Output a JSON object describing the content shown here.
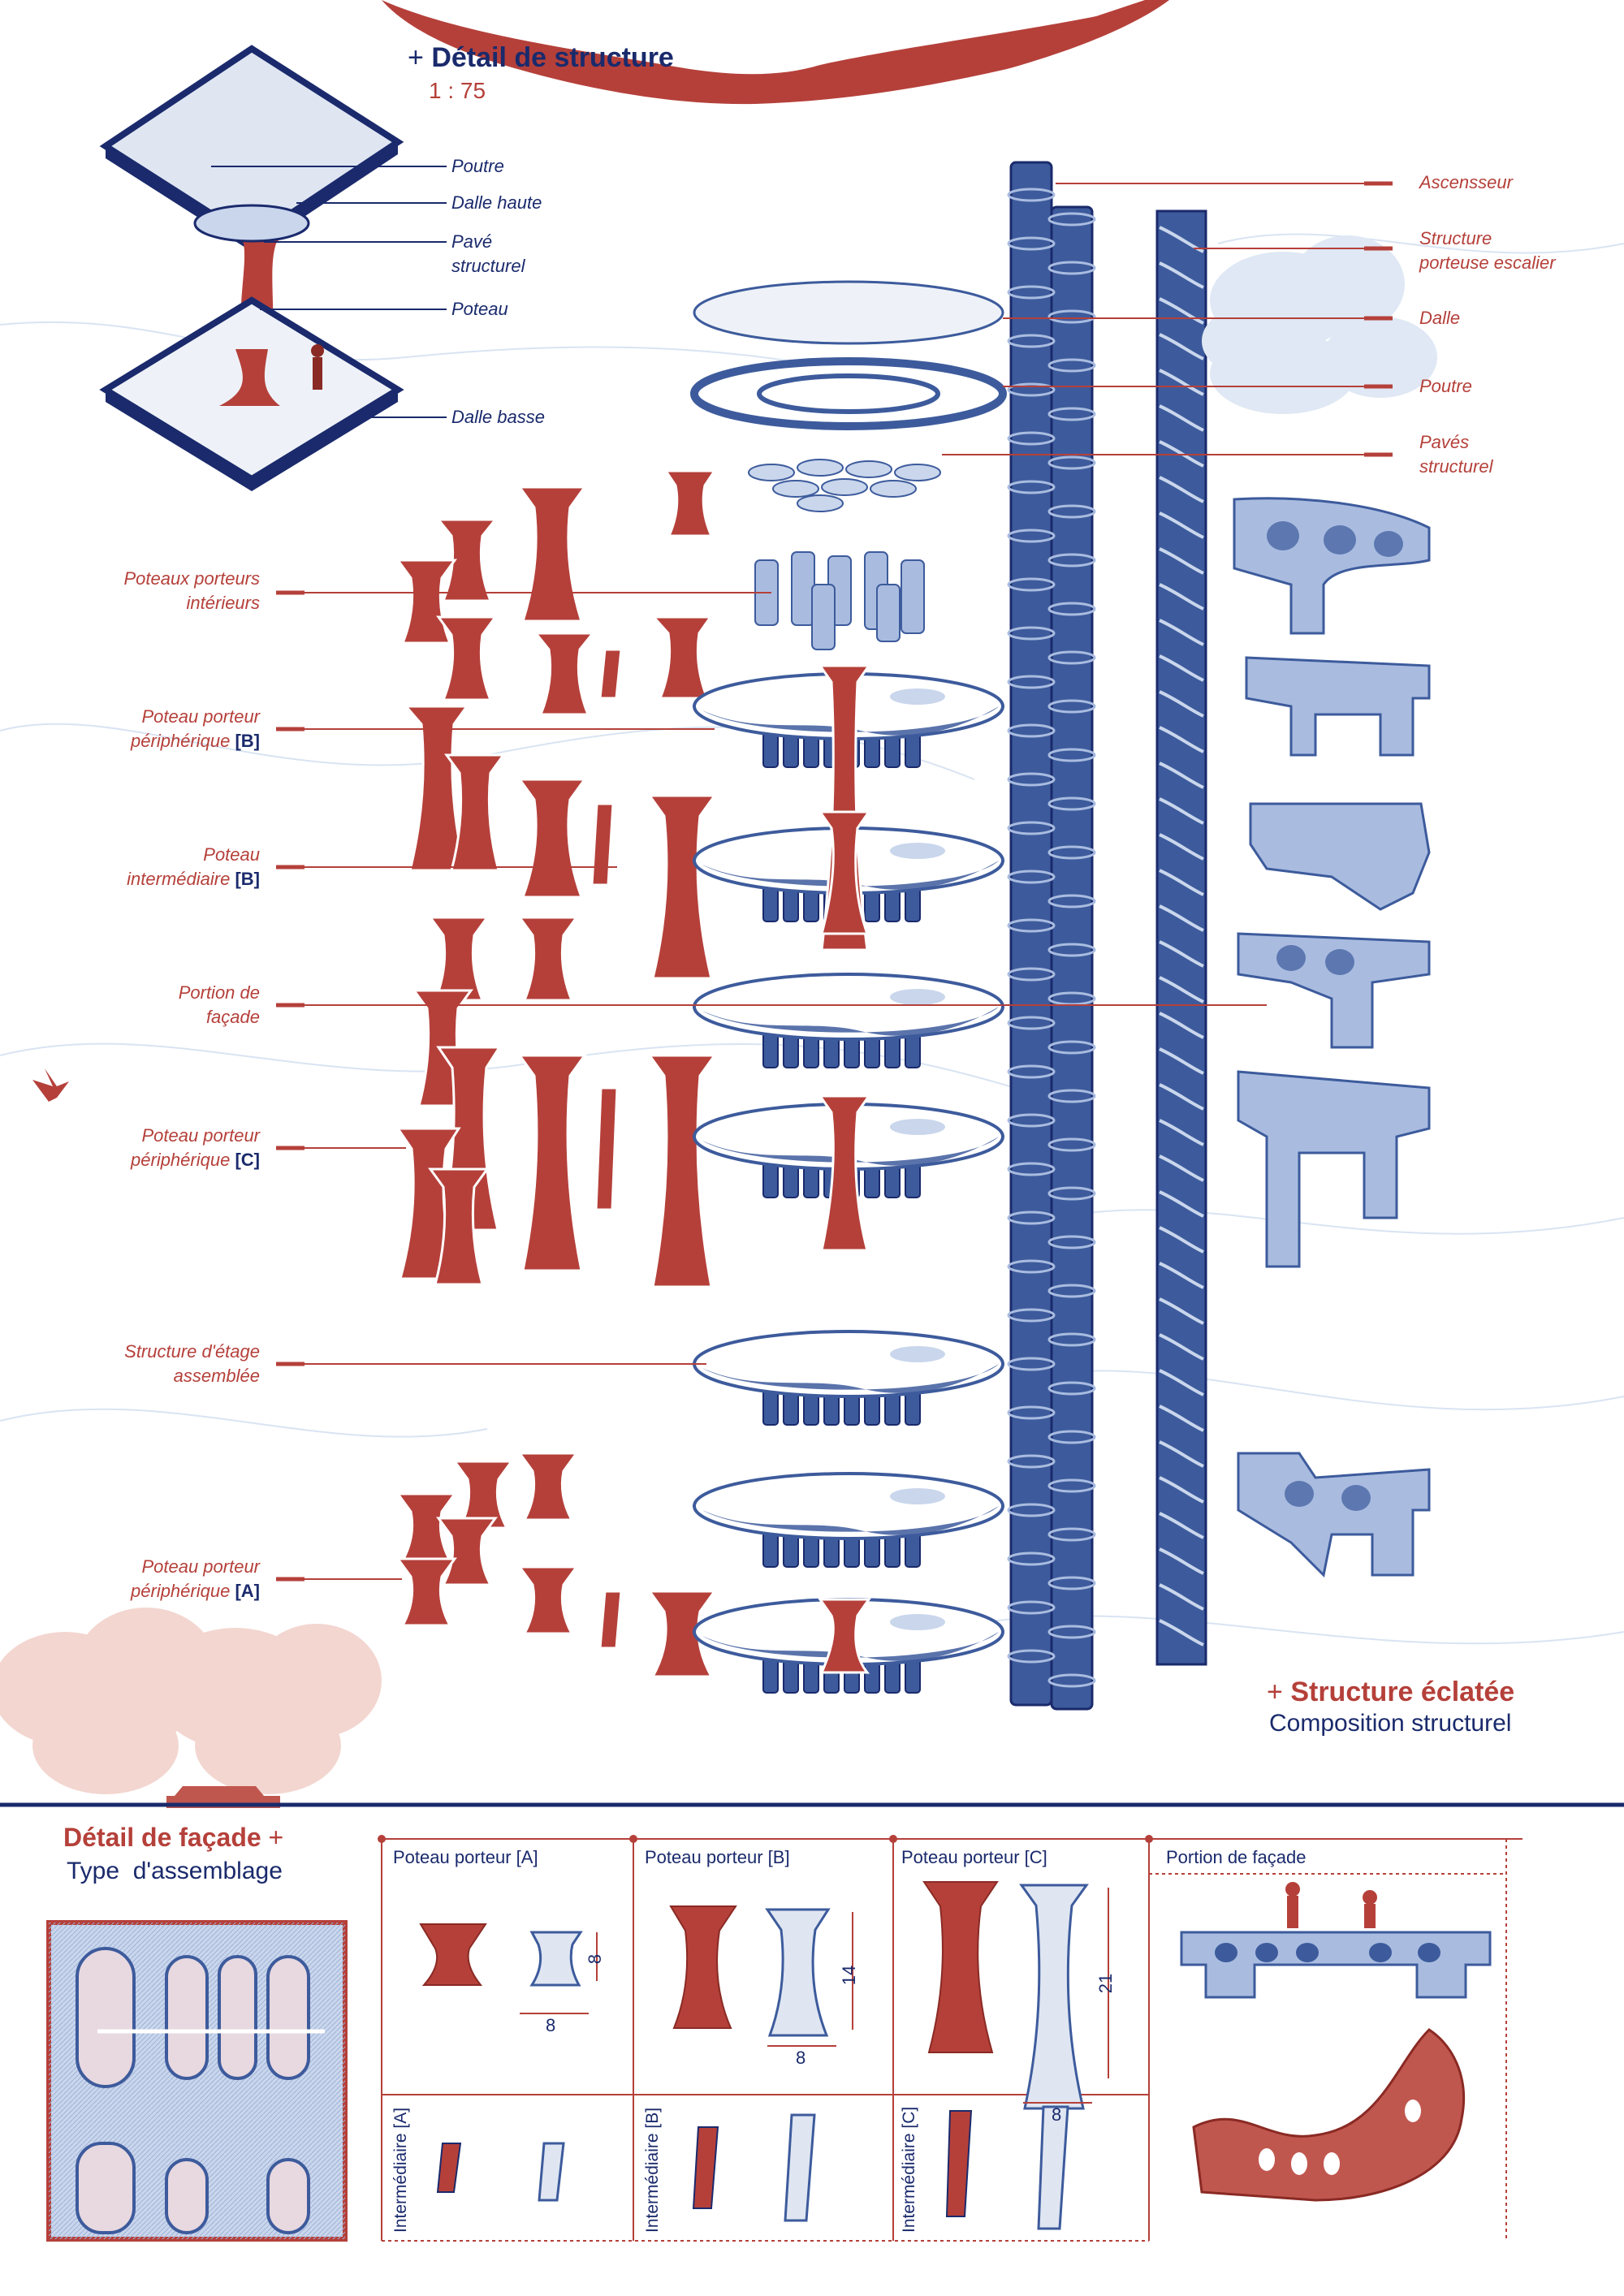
{
  "detail_title": {
    "plus": "+",
    "title": "Détail de structure",
    "scale": "1 : 75"
  },
  "detail_labels": [
    "Poutre",
    "Dalle haute",
    "Pavé",
    "structurel",
    "Poteau",
    "Dalle basse"
  ],
  "left_labels": [
    {
      "line1": "Poteaux porteurs",
      "line2": "intérieurs",
      "tag": ""
    },
    {
      "line1": "Poteau porteur",
      "line2": "périphérique",
      "tag": "[B]"
    },
    {
      "line1": "Poteau",
      "line2": "intermédiaire",
      "tag": "[B]"
    },
    {
      "line1": "Portion de",
      "line2": "façade",
      "tag": ""
    },
    {
      "line1": "Poteau porteur",
      "line2": "périphérique",
      "tag": "[C]"
    },
    {
      "line1": "Structure d'étage",
      "line2": "assemblée",
      "tag": ""
    },
    {
      "line1": "Poteau porteur",
      "line2": "périphérique",
      "tag": "[A]"
    }
  ],
  "right_labels": [
    {
      "line1": "Ascensseur",
      "line2": ""
    },
    {
      "line1": "Structure",
      "line2": "porteuse escalier"
    },
    {
      "line1": "Dalle",
      "line2": ""
    },
    {
      "line1": "Poutre",
      "line2": ""
    },
    {
      "line1": "Pavés",
      "line2": "structurel"
    }
  ],
  "exploded_title": {
    "plus": "+",
    "title": "Structure éclatée",
    "subtitle": "Composition structurel"
  },
  "facade_section": {
    "title": "Détail de façade",
    "plus": "+",
    "subtitle": "Type  d'assemblage"
  },
  "grid_cells": [
    {
      "title": "Poteau porteur [A]",
      "dim_h": "8",
      "dim_w": "8"
    },
    {
      "title": "Poteau porteur [B]",
      "dim_h": "14",
      "dim_w": "8"
    },
    {
      "title": "Poteau porteur [C]",
      "dim_h": "21",
      "dim_w": "8"
    },
    {
      "title": "Portion de façade"
    }
  ],
  "intermediate_labels": [
    "Intermédiaire [A]",
    "Intermédiaire [B]",
    "Intermédiaire [C]"
  ],
  "colors": {
    "red": "#b5403a",
    "navy": "#1a2a6c",
    "blue": "#3d5b9c",
    "light_blue": "#c9d6ec"
  }
}
